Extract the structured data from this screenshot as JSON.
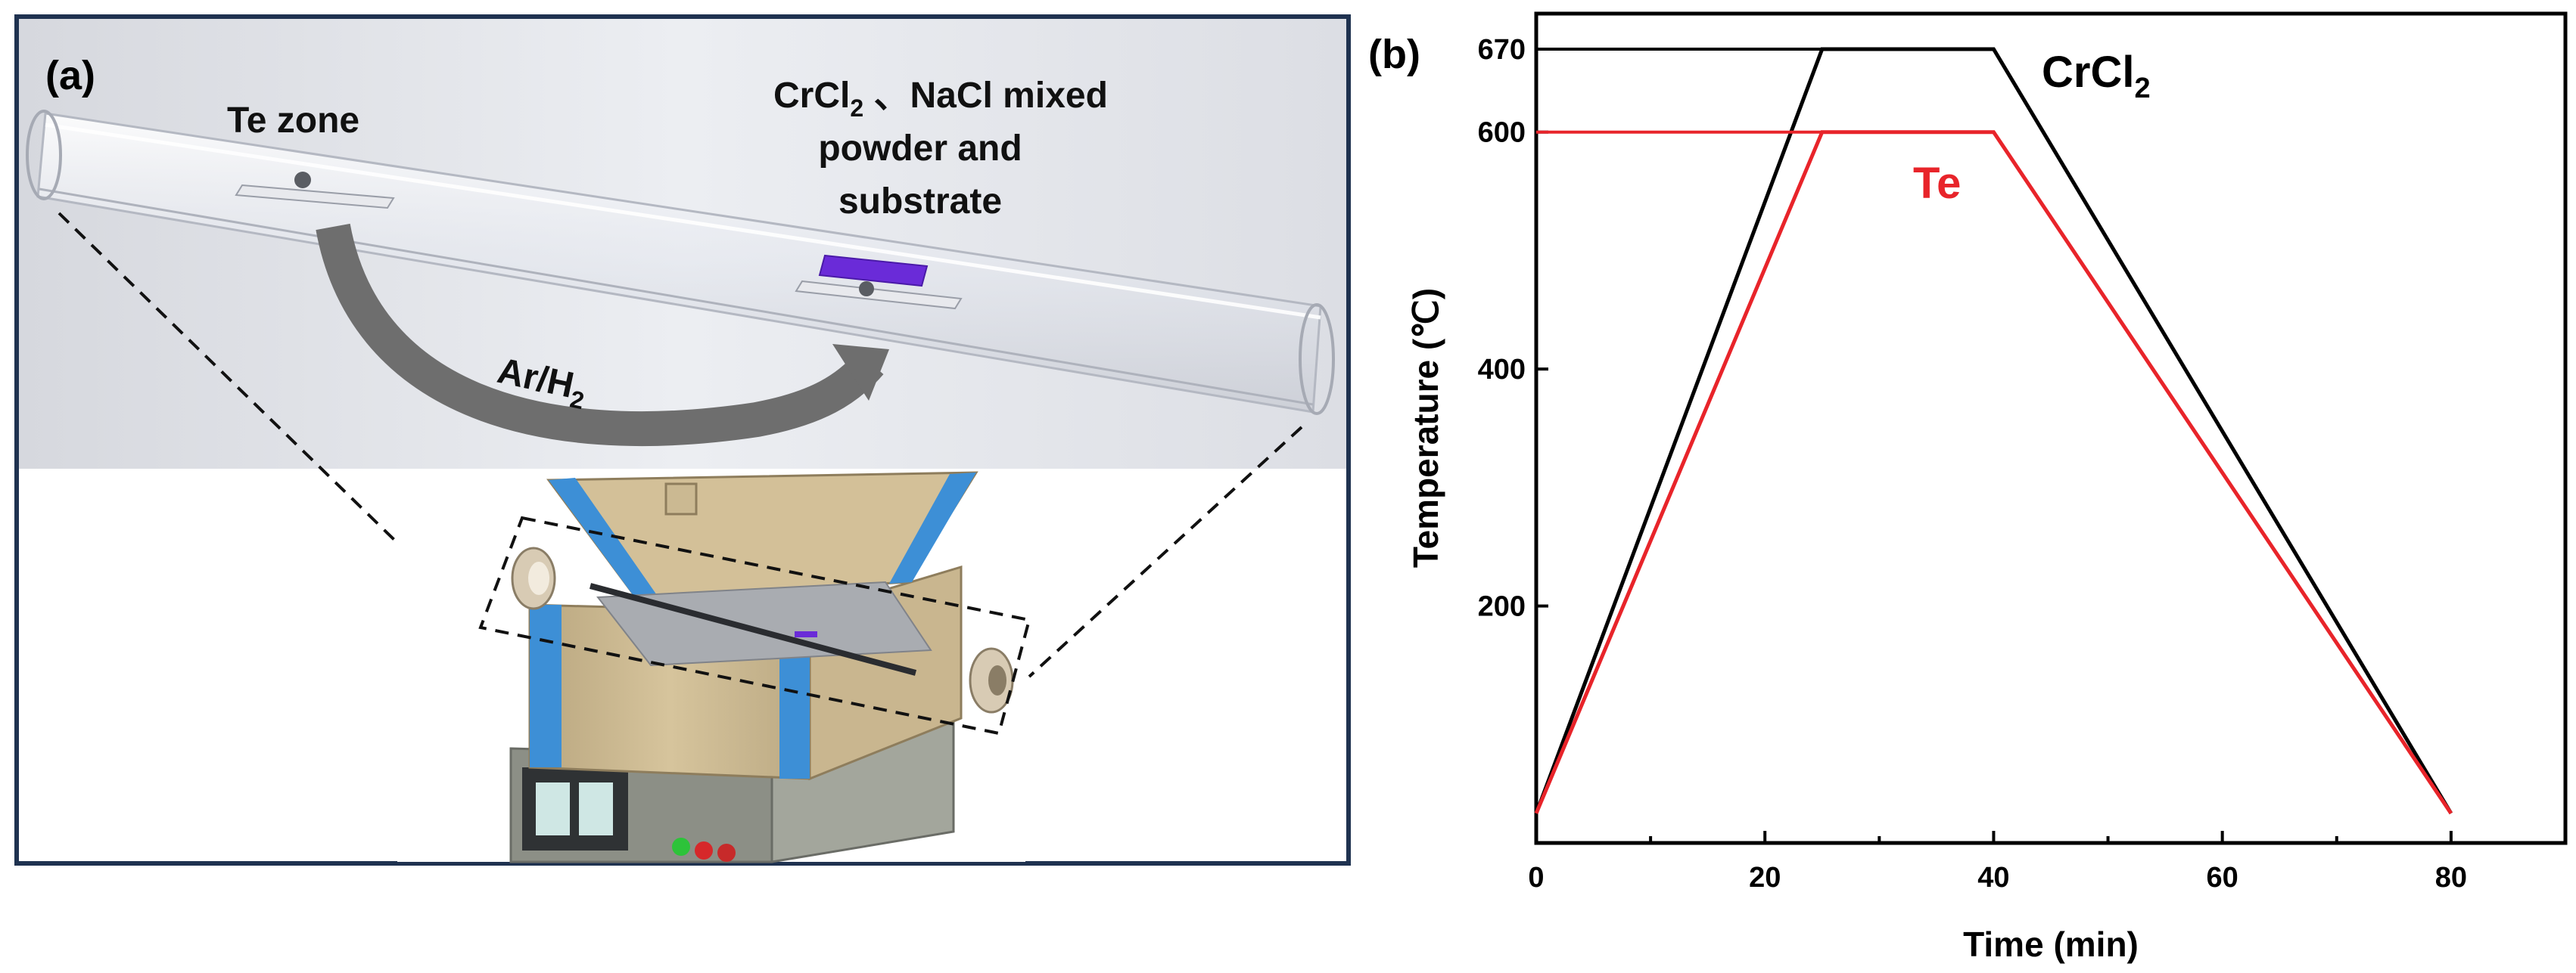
{
  "panel_a": {
    "label": "(a)",
    "te_zone_label": "Te zone",
    "source_label_line1": "CrCl",
    "source_label_sub": "2",
    "source_label_rest": " 、NaCl mixed",
    "source_label_line2": "powder and",
    "source_label_line3": "substrate",
    "flow_label": "Ar/H",
    "flow_label_sub": "2",
    "colors": {
      "frame": "#1f3250",
      "sample": "#6a2bd8",
      "arrow": "#6e6e6e",
      "furnace_blue": "#3d8fd6",
      "furnace_body": "#c8b58e"
    }
  },
  "chart_data": {
    "type": "line",
    "panel_label": "(b)",
    "xlabel": "Time (min)",
    "ylabel": "Temperature (℃)",
    "xlim": [
      0,
      90
    ],
    "ylim": [
      0,
      700
    ],
    "xticks": [
      0,
      20,
      40,
      60,
      80
    ],
    "yticks": [
      200,
      400,
      600,
      670
    ],
    "grid": false,
    "series": [
      {
        "name": "CrCl",
        "name_sub": "2",
        "color": "#000000",
        "x": [
          0,
          25,
          40,
          80
        ],
        "y": [
          25,
          670,
          670,
          25
        ]
      },
      {
        "name": "Te",
        "color": "#e8242a",
        "x": [
          0,
          25,
          40,
          80
        ],
        "y": [
          25,
          600,
          600,
          25
        ]
      }
    ]
  }
}
